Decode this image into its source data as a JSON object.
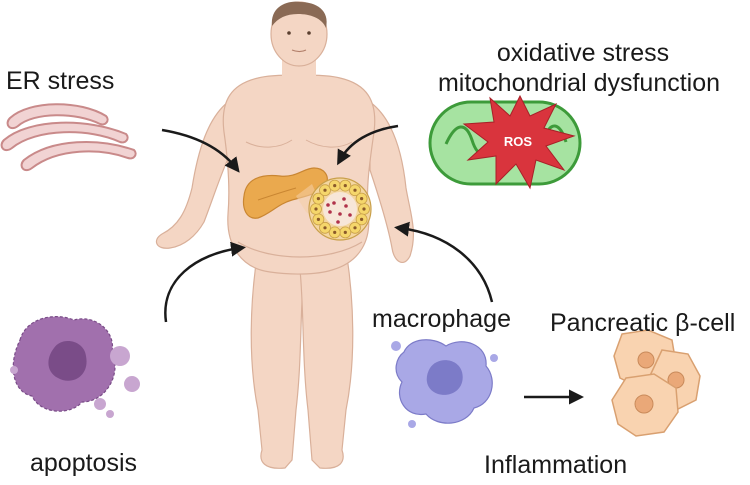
{
  "labels": {
    "er_stress": "ER stress",
    "oxidative_stress": "oxidative stress",
    "mitochondrial_dysfunction": "mitochondrial dysfunction",
    "ros": "ROS",
    "macrophage": "macrophage",
    "pancreatic_beta_cell": "Pancreatic β-cell",
    "apoptosis": "apoptosis",
    "inflammation": "Inflammation"
  },
  "colors": {
    "skin": "#f4d6c4",
    "skin_outline": "#d9b09a",
    "hair": "#8a6a55",
    "er": "#f1d3d3",
    "er_outline": "#c98a8a",
    "mito_outer": "#a6e3a1",
    "mito_outline": "#3d9b3a",
    "ros_star": "#d9343d",
    "macrophage": "#a9a8e6",
    "apoptotic": "#a170ad",
    "beta_cell": "#f9d3b0",
    "pancreas": "#eaa94e",
    "islet": "#f5d66b",
    "arrow": "#1a1a1a"
  }
}
